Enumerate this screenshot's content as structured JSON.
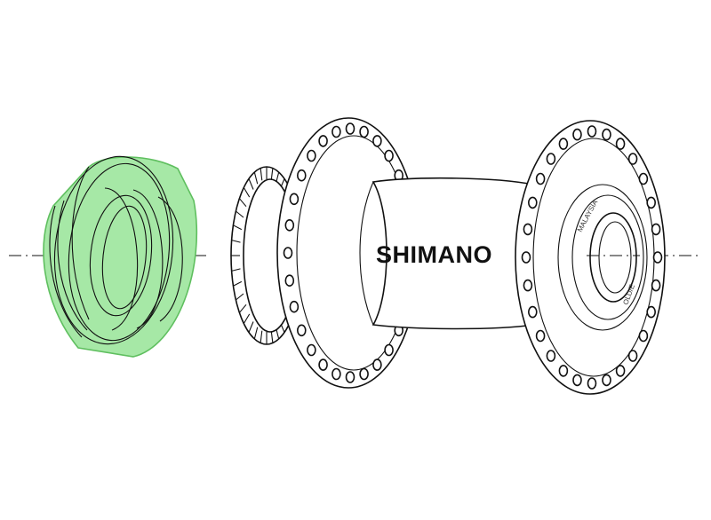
{
  "brand_logo_text": "SHIMANO",
  "flange_stamp_text": "MALAYSIA",
  "flange_code_text": "OLD/E",
  "colors": {
    "highlight_part_fill": "#a6e8a6",
    "highlight_part_stroke": "#5fbf5f",
    "line": "#111111",
    "background": "#ffffff"
  }
}
